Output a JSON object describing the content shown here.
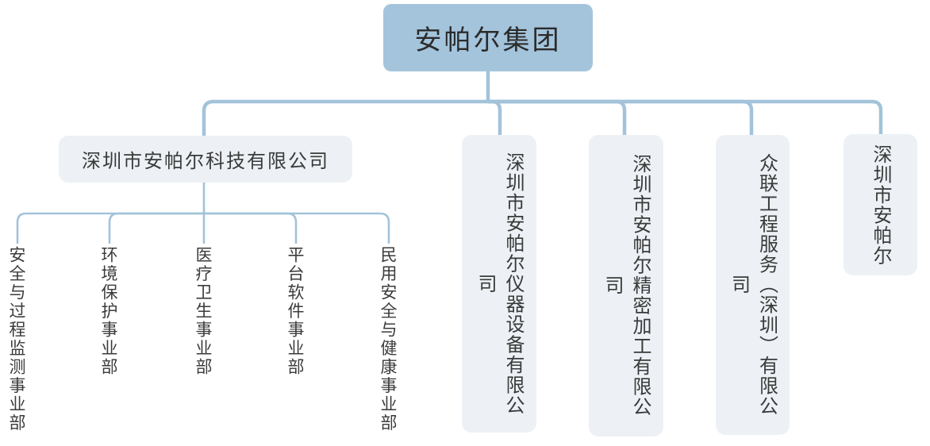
{
  "org_chart": {
    "root": {
      "label": "安帕尔集团"
    },
    "subsidiaries": [
      {
        "label": "深圳市安帕尔科技有限公司",
        "orientation": "horizontal"
      },
      {
        "label": "深圳市安帕尔仪器设备有限公司",
        "orientation": "vertical"
      },
      {
        "label": "深圳市安帕尔精密加工有限公司",
        "orientation": "vertical"
      },
      {
        "label": "众联工程服务（深圳）有限公司",
        "orientation": "vertical"
      },
      {
        "label": "深圳市安帕尔",
        "orientation": "vertical"
      }
    ],
    "departments": [
      {
        "label": "安全与过程监测事业部"
      },
      {
        "label": "环境保护事业部"
      },
      {
        "label": "医疗卫生事业部"
      },
      {
        "label": "平台软件事业部"
      },
      {
        "label": "民用安全与健康事业部"
      }
    ],
    "colors": {
      "root_fill": "#a4c4dc",
      "node_fill": "#edf1f5",
      "connector": "#a2c3da",
      "text": "#3a3a3a"
    }
  }
}
